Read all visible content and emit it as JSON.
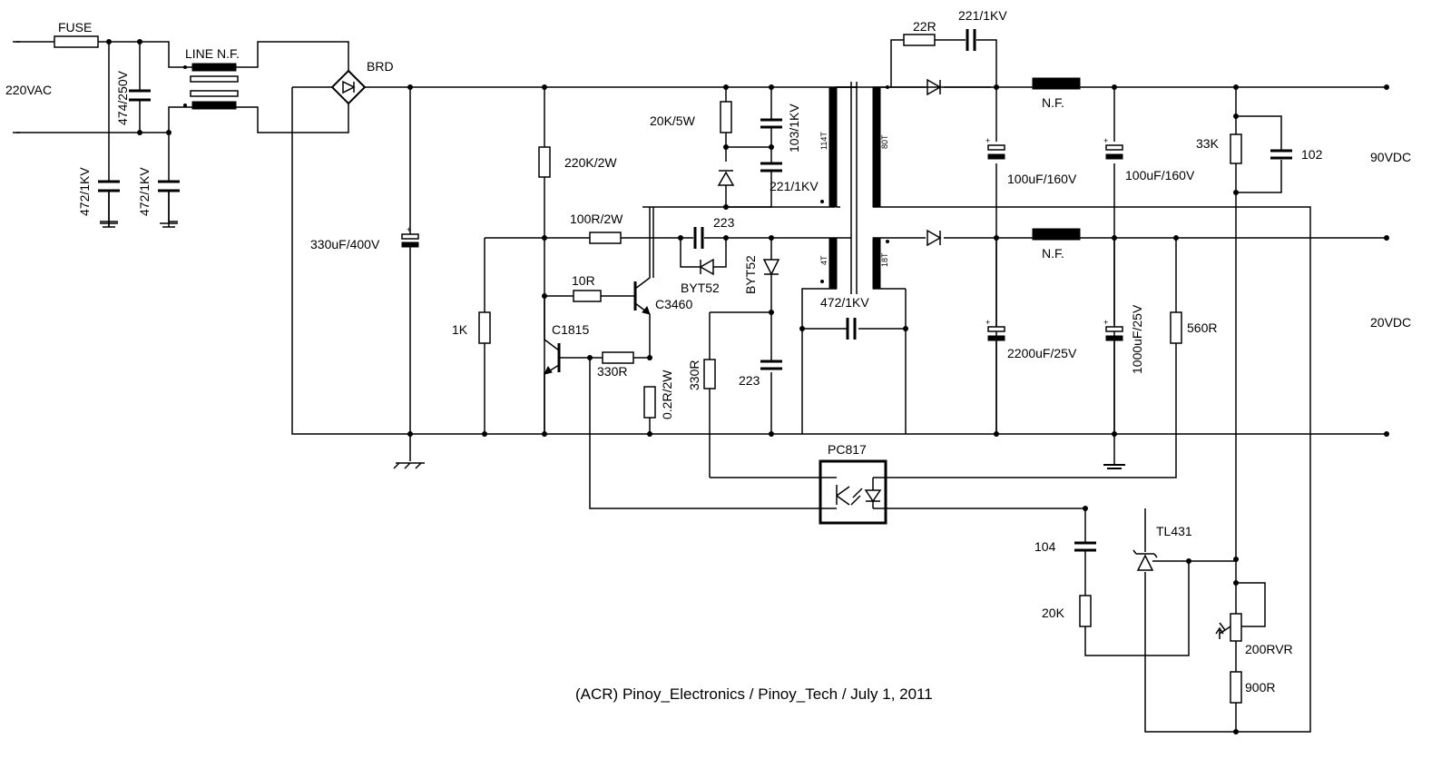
{
  "labels": {
    "fuse": "FUSE",
    "ac_in": "220VAC",
    "cap_474": "474/250V",
    "cap_472a": "472/1KV",
    "cap_472b": "472/1KV",
    "line_nf": "LINE N.F.",
    "brd": "BRD",
    "cap_330uf": "330uF/400V",
    "r_220k": "220K/2W",
    "r_20k5w": "20K/5W",
    "cap_103": "103/1KV",
    "cap_221a": "221/1KV",
    "w_114t": "114T",
    "w_80t": "80T",
    "w_4t": "4T",
    "w_18t": "18T",
    "r_100r": "100R/2W",
    "cap_223a": "223",
    "byt52a": "BYT52",
    "byt52b": "BYT52",
    "r_10r": "10R",
    "q_c3460": "C3460",
    "q_c1815": "C1815",
    "r_1k": "1K",
    "r_330ra": "330R",
    "r_02r": "0.2R/2W",
    "r_330rb": "330R",
    "cap_223b": "223",
    "cap_472c": "472/1KV",
    "r_22r": "22R",
    "cap_221b": "221/1KV",
    "nf1": "N.F.",
    "nf2": "N.F.",
    "cap_100a": "100uF/160V",
    "cap_100b": "100uF/160V",
    "r_33k": "33K",
    "cap_102": "102",
    "out_90": "90VDC",
    "out_20": "20VDC",
    "cap_2200": "2200uF/25V",
    "cap_1000": "1000uF/25V",
    "r_560r": "560R",
    "pc817": "PC817",
    "tl431": "TL431",
    "cap_104": "104",
    "r_20k": "20K",
    "r_200rvr": "200RVR",
    "r_900r": "900R",
    "credit": "(ACR) Pinoy_Electronics / Pinoy_Tech / July 1, 2011"
  }
}
